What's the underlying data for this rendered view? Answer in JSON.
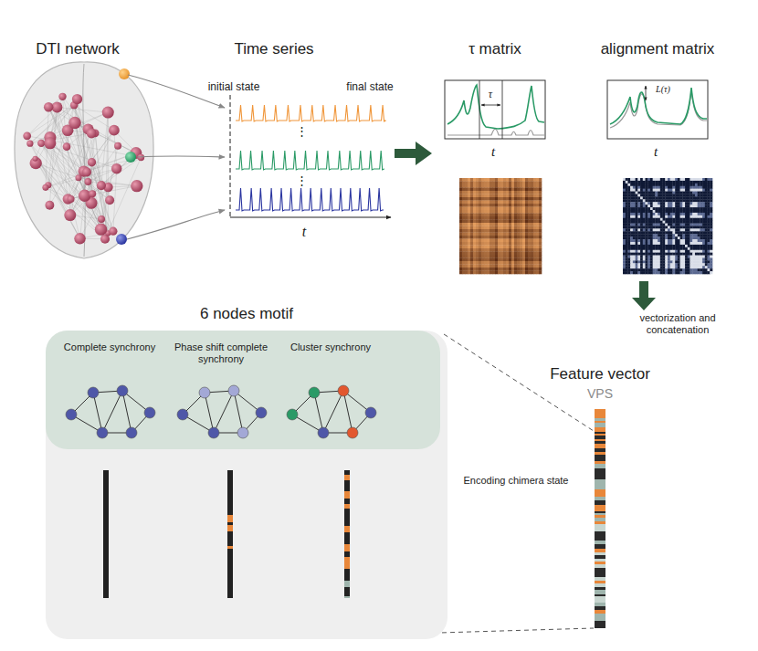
{
  "diagram": {
    "nodes": [
      {
        "text": [
          "6 nodes motif"
        ]
      },
      {
        "text": [
          "Complete synchrony",
          "Phase shift complete synchrony",
          "Cluster synchrony"
        ],
        "in": 0
      }
    ],
    "labels": [
      "DTI network",
      "Time series",
      "τ matrix",
      "alignment matrix",
      "initial state",
      "final state",
      "⋮",
      "⋮",
      "t",
      "τ",
      "t",
      "L(τ)",
      "t",
      "vectorization and concatenation",
      "Feature vector",
      "VPS",
      "Encoding chimera state"
    ]
  }
}
